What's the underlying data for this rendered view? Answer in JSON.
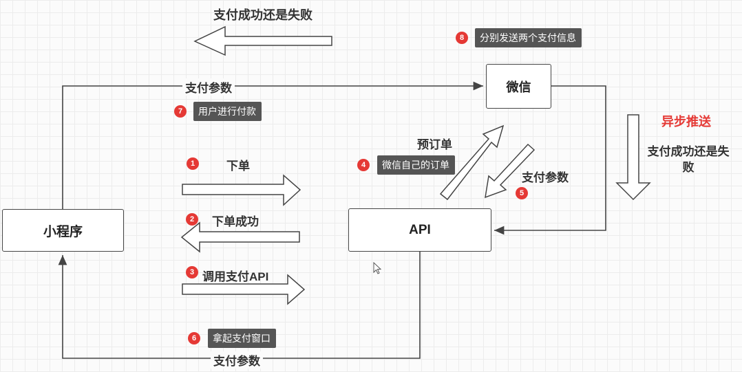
{
  "nodes": {
    "mini_program": "小程序",
    "api": "API",
    "wechat": "微信"
  },
  "labels": {
    "pay_result_top": "支付成功还是失败",
    "pay_params_top": "支付参数",
    "place_order": "下单",
    "order_success": "下单成功",
    "call_pay_api": "调用支付API",
    "pay_params_bottom": "支付参数",
    "pre_order": "预订单",
    "pay_params_right": "支付参数",
    "async_push": "异步推送",
    "pay_result_right": "支付成功还是失\n败"
  },
  "notes": [
    {
      "number": "1",
      "text": ""
    },
    {
      "number": "2",
      "text": ""
    },
    {
      "number": "3",
      "text": ""
    },
    {
      "number": "4",
      "text": "微信自己的订单"
    },
    {
      "number": "5",
      "text": ""
    },
    {
      "number": "6",
      "text": "拿起支付窗口"
    },
    {
      "number": "7",
      "text": "用户进行付款"
    },
    {
      "number": "8",
      "text": "分别发送两个支付信息"
    }
  ],
  "colors": {
    "line": "#444444",
    "badge": "#e53935",
    "note_bg": "#555555",
    "async_push": "#e53935"
  }
}
